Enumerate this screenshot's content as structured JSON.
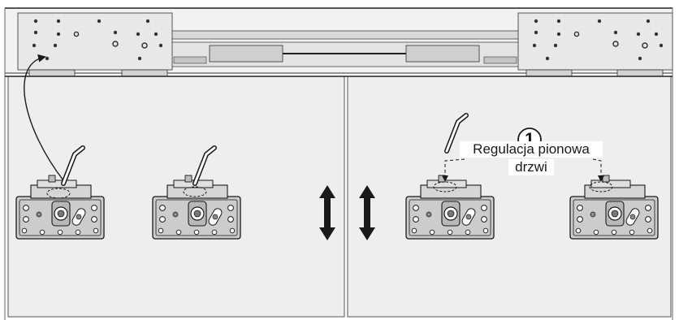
{
  "callout": {
    "step_number": "1",
    "line1": "Regulacja pionowa",
    "line2": "drzwi"
  },
  "colors": {
    "panel": "#e9e9e9",
    "door": "#eeeeee",
    "plate": "#c8c8c8",
    "outline": "#1a1a1a"
  },
  "icons": [
    "hex-key-icon",
    "adjustment-plate-icon",
    "vertical-double-arrow-icon",
    "rotation-arrow-icon"
  ]
}
